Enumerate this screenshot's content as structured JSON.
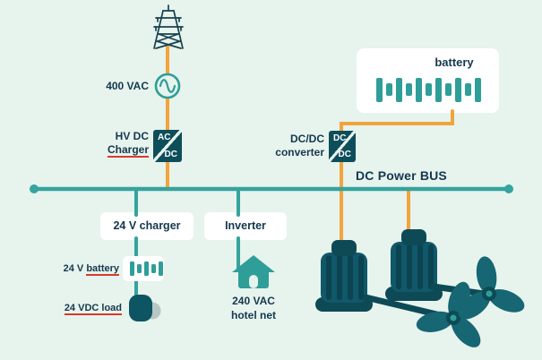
{
  "title": "DC power system diagram",
  "colors": {
    "background": "#e7f3ed",
    "card": "#ffffff",
    "dark_box": "#0e4e5a",
    "line_teal": "#35a39e",
    "line_orange": "#f2a43c",
    "text": "#14384e",
    "underline_red": "#d93a2b",
    "motor": "#0d4a56",
    "propeller": "#166673"
  },
  "icons": {
    "pylon": "transmission-tower",
    "ac_source": "sine-wave-in-circle",
    "battery_bank": "battery-cells",
    "battery_24v": "battery-cells-small",
    "load": "plug-load",
    "house": "house",
    "motor": "electric-motor",
    "propeller": "propeller-3-blade"
  },
  "labels": {
    "vac400": "400 VAC",
    "hvdc_line1": "HV DC",
    "hvdc_line2": "Charger",
    "acdc_top": "AC",
    "acdc_bottom": "DC",
    "dcdc_label_line1": "DC/DC",
    "dcdc_label_line2": "converter",
    "dcdc_top": "DC",
    "dcdc_bottom": "DC",
    "bus": "DC Power BUS",
    "battery_bank": "battery",
    "charger24": "24 V charger",
    "battery24_prefix": "24 V ",
    "battery24_word": "battery",
    "load24": "24 VDC load",
    "inverter": "Inverter",
    "hotel_line1": "240 VAC",
    "hotel_line2": "hotel net"
  }
}
